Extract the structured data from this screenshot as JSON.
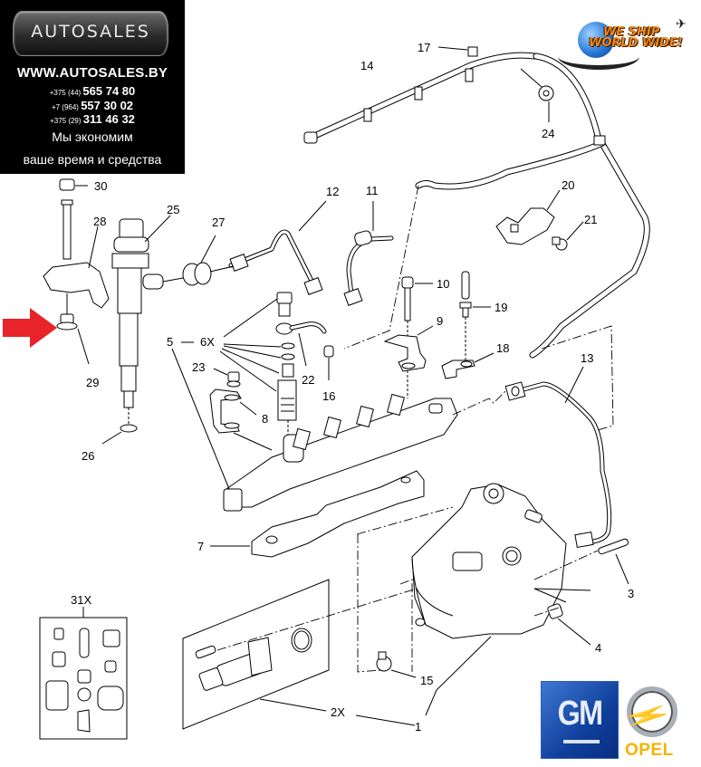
{
  "ad": {
    "logo": "AUTOSALES",
    "url": "WWW.AUTOSALES.BY",
    "phones": [
      {
        "code": "+375 (44)",
        "number": "565 74 80"
      },
      {
        "code": "+7 (964)",
        "number": "557 30 02"
      },
      {
        "code": "+375 (29)",
        "number": "311 46 32"
      }
    ],
    "slogan_line1": "Мы экономим",
    "slogan_line2": "ваше время и средства"
  },
  "badge": {
    "line1": "WE SHIP",
    "line2": "WORLD WIDE!",
    "icon": "airplane-icon"
  },
  "brands": {
    "gm": "GM",
    "opel": "OPEL"
  },
  "highlight": {
    "icon": "red-arrow-icon",
    "color": "#e8232a",
    "points_to": "29"
  },
  "callouts": {
    "c1": "1",
    "c2x": "2X",
    "c3": "3",
    "c4": "4",
    "c5": "5",
    "c6x": "6X",
    "c7": "7",
    "c8": "8",
    "c9": "9",
    "c10": "10",
    "c11": "11",
    "c12": "12",
    "c13": "13",
    "c14": "14",
    "c15": "15",
    "c16": "16",
    "c17": "17",
    "c18": "18",
    "c19": "19",
    "c20": "20",
    "c21": "21",
    "c22": "22",
    "c23": "23",
    "c24": "24",
    "c25": "25",
    "c26": "26",
    "c27": "27",
    "c28": "28",
    "c29": "29",
    "c30": "30",
    "c31x": "31X"
  }
}
